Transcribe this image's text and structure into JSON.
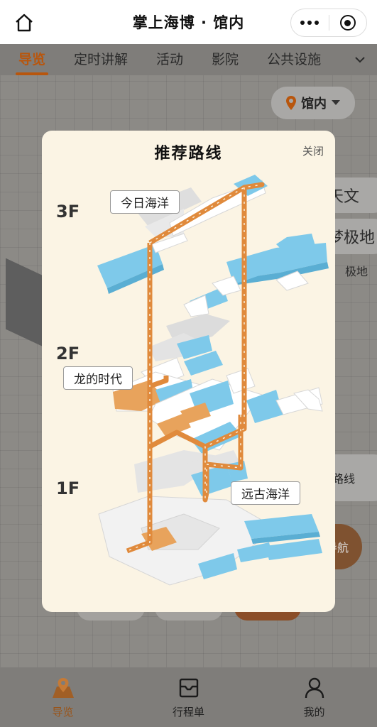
{
  "header": {
    "title": "掌上海博 · 馆内"
  },
  "tabs": [
    {
      "label": "导览",
      "active": true
    },
    {
      "label": "定时讲解",
      "active": false
    },
    {
      "label": "活动",
      "active": false
    },
    {
      "label": "影院",
      "active": false
    },
    {
      "label": "公共设施",
      "active": false
    }
  ],
  "location_selector": {
    "label": "馆内",
    "icon": "map-pin-icon"
  },
  "map_side_labels": [
    "天文",
    "梦极地",
    "极地"
  ],
  "map_controls": {
    "route_label": "路线",
    "nav_label": "导航"
  },
  "route_modal": {
    "title": "推荐路线",
    "close_label": "关闭",
    "floors": [
      "3F",
      "2F",
      "1F"
    ],
    "halls": [
      {
        "label": "今日海洋",
        "floor": "3F"
      },
      {
        "label": "龙的时代",
        "floor": "2F"
      },
      {
        "label": "远古海洋",
        "floor": "1F"
      }
    ]
  },
  "bottom_nav": [
    {
      "label": "导览",
      "icon": "map-guide-icon",
      "active": true
    },
    {
      "label": "行程单",
      "icon": "itinerary-icon",
      "active": false
    },
    {
      "label": "我的",
      "icon": "user-icon",
      "active": false
    }
  ],
  "colors": {
    "accent": "#e08a3c",
    "accent_dark": "#b8560d",
    "exhibit_blue": "#7ec9ea",
    "modal_bg": "#fbf4e4"
  }
}
